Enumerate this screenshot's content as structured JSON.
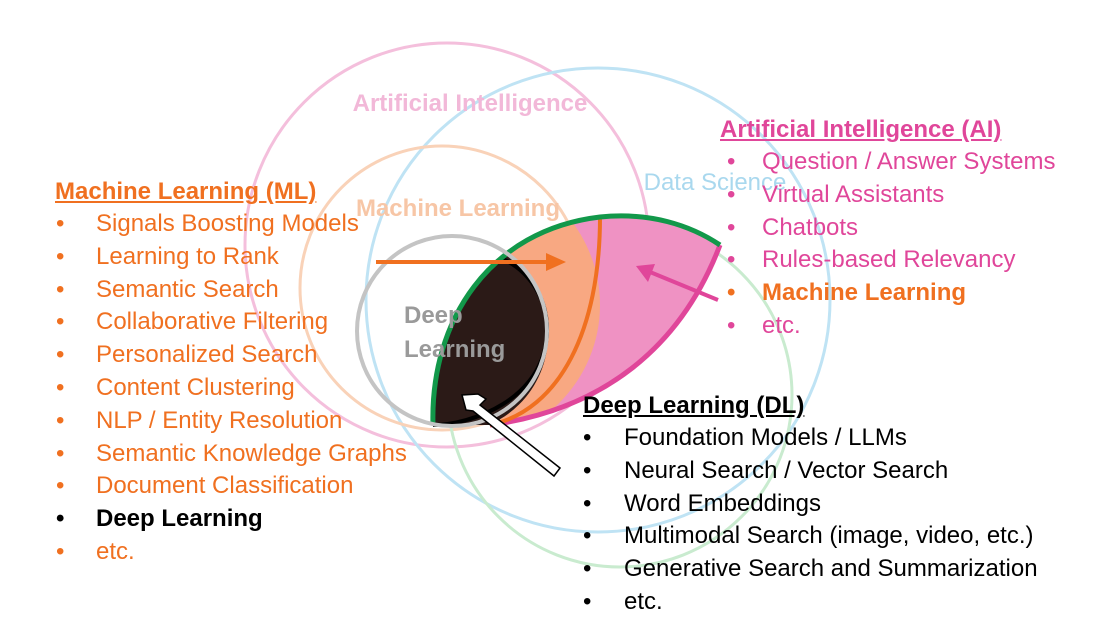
{
  "circles": {
    "ai_label": "Artificial Intelligence",
    "ds_label": "Data Science",
    "ml_label": "Machine Learning",
    "dl_label_line1": "Deep",
    "dl_label_line2": "Learning"
  },
  "ml_panel": {
    "title": "Machine Learning (ML)",
    "items": [
      {
        "text": "Signals Boosting Models"
      },
      {
        "text": "Learning to Rank"
      },
      {
        "text": "Semantic Search"
      },
      {
        "text": "Collaborative Filtering"
      },
      {
        "text": "Personalized Search"
      },
      {
        "text": "Content Clustering"
      },
      {
        "text": "NLP / Entity Resolution"
      },
      {
        "text": "Semantic Knowledge Graphs"
      },
      {
        "text": "Document Classification"
      },
      {
        "text": "Deep Learning"
      },
      {
        "text": "etc."
      }
    ]
  },
  "ai_panel": {
    "title": "Artificial Intelligence (AI)",
    "items": [
      {
        "text": "Question / Answer Systems"
      },
      {
        "text": "Virtual Assistants"
      },
      {
        "text": "Chatbots"
      },
      {
        "text": "Rules-based Relevancy"
      },
      {
        "text": "Machine Learning"
      },
      {
        "text": "etc."
      }
    ]
  },
  "dl_panel": {
    "title": "Deep Learning (DL)",
    "items": [
      {
        "text": "Foundation Models / LLMs"
      },
      {
        "text": "Neural Search / Vector Search"
      },
      {
        "text": "Word Embeddings"
      },
      {
        "text": "Multimodal Search (image, video, etc.)"
      },
      {
        "text": "Generative Search and Summarization"
      },
      {
        "text": "etc."
      }
    ]
  },
  "colors": {
    "ai": "#e0469a",
    "ml": "#f07020",
    "dl": "#000000",
    "ai_circle": "#f4bfdc",
    "ds_circle": "#bfe3f4",
    "ml_circle": "#f9d2b8",
    "dl_circle": "#c4c4c4",
    "green_circle": "#c9ebcf",
    "pink_fill": "#ef92c3",
    "orange_fill": "#f8a882",
    "dark_fill": "#2b1a17",
    "green_edge": "#12984a"
  }
}
